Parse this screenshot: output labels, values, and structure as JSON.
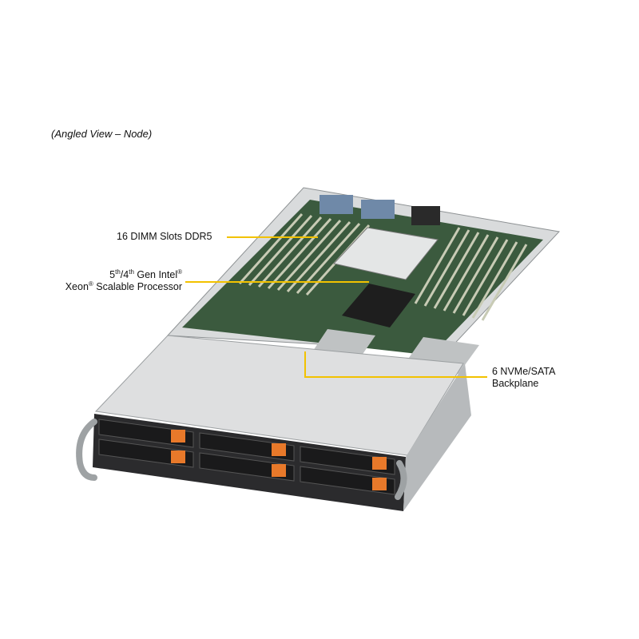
{
  "view_caption": "(Angled View – Node)",
  "callouts": {
    "dimm": {
      "text": "16 DIMM  Slots DDR5"
    },
    "cpu": {
      "line1_a": "5",
      "line1_sup_a": "th",
      "line1_b": "/4",
      "line1_sup_b": "th",
      "line1_c": " Gen Intel",
      "line1_sup_c": "®",
      "line2_a": "Xeon",
      "line2_sup": "®",
      "line2_b": " Scalable Processor"
    },
    "backplane": {
      "line1": "6 NVMe/SATA",
      "line2": "Backplane"
    }
  },
  "colors": {
    "leader": "#f2c200",
    "chassis": "#cfd1d2",
    "chassis_dark": "#8e9294",
    "pcb": "#3b5a3e",
    "drive_face": "#1d1d1f",
    "drive_tab": "#e8792a"
  },
  "drive_bays": [
    {
      "label_icon": "drive-tray-icon"
    },
    {
      "label_icon": "drive-tray-icon"
    },
    {
      "label_icon": "drive-tray-icon"
    },
    {
      "label_icon": "drive-tray-icon"
    },
    {
      "label_icon": "drive-tray-icon"
    },
    {
      "label_icon": "drive-tray-icon"
    }
  ]
}
